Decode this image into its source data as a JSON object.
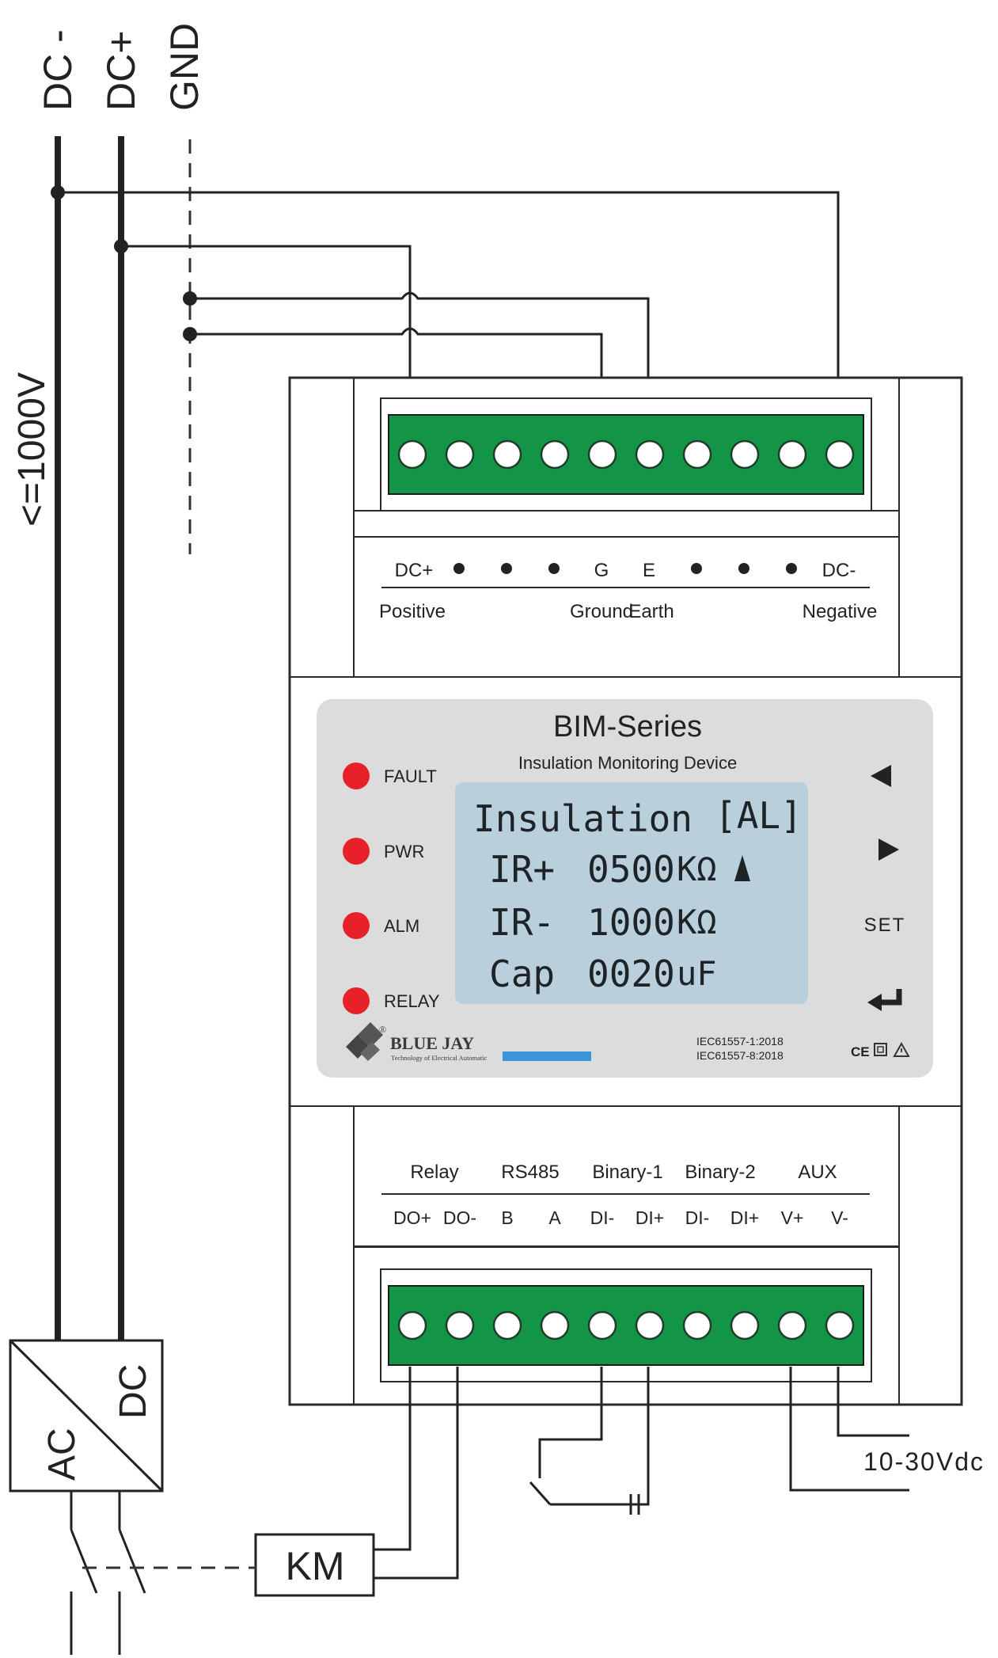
{
  "bus_labels": {
    "dc_minus": "DC -",
    "dc_plus": "DC+",
    "gnd": "GND",
    "voltage": "<=1000V"
  },
  "top_terminal": {
    "labels": [
      "DC+",
      "G",
      "E",
      "DC-"
    ],
    "descriptions": [
      "Positive",
      "Ground",
      "Earth",
      "Negative"
    ]
  },
  "panel": {
    "title": "BIM-Series",
    "subtitle": "Insulation Monitoring Device",
    "leds": [
      {
        "label": "FAULT",
        "color": "#e8202a"
      },
      {
        "label": "PWR",
        "color": "#e8202a"
      },
      {
        "label": "ALM",
        "color": "#e8202a"
      },
      {
        "label": "RELAY",
        "color": "#e8202a"
      }
    ],
    "lcd": {
      "line1_label": "Insulation",
      "line1_status": "[AL]",
      "line2_label": "IR+",
      "line2_value": "0500",
      "line2_unit": "KΩ",
      "line3_label": "IR-",
      "line3_value": "1000",
      "line3_unit": "KΩ",
      "line4_label": "Cap",
      "line4_value": "0020",
      "line4_unit": "uF"
    },
    "buttons": {
      "left_icon": "left-arrow-icon",
      "right_icon": "right-arrow-icon",
      "set_label": "SET",
      "enter_icon": "enter-icon"
    },
    "brand": {
      "name": "BLUE JAY",
      "tagline": "Technology of Electrical Automatic"
    },
    "standards": [
      "IEC61557-1:2018",
      "IEC61557-8:2018"
    ],
    "cert_marks": "CE",
    "colors": {
      "panel_bg": "#dcdcdc",
      "lcd_bg": "#b9cfdc",
      "terminal_green": "#149447",
      "brand_bar": "#3b95d9",
      "led_red": "#e8202a"
    }
  },
  "bottom_terminal": {
    "groups": [
      "Relay",
      "RS485",
      "Binary-1",
      "Binary-2",
      "AUX"
    ],
    "pins": [
      "DO+",
      "DO-",
      "B",
      "A",
      "DI-",
      "DI+",
      "DI-",
      "DI+",
      "V+",
      "V-"
    ]
  },
  "converter": {
    "ac": "AC",
    "dc": "DC"
  },
  "contactor": "KM",
  "aux_supply": "10-30Vdc"
}
